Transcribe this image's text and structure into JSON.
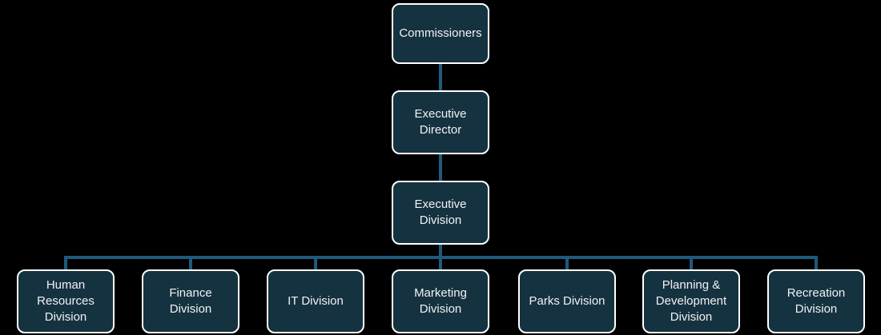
{
  "colors": {
    "background": "#000000",
    "node_fill": "#153241",
    "node_border": "#ffffff",
    "connector_color": "#1e5a7a",
    "text_color": "#f2f2f2"
  },
  "org_chart": {
    "type": "organizational-hierarchy",
    "chain": [
      {
        "label": "Commissioners"
      },
      {
        "label": "Executive Director"
      },
      {
        "label": "Executive Division"
      }
    ],
    "children_parent": "Executive Division",
    "children": [
      {
        "label": "Human Resources Division"
      },
      {
        "label": "Finance Division"
      },
      {
        "label": "IT Division"
      },
      {
        "label": "Marketing Division"
      },
      {
        "label": "Parks Division"
      },
      {
        "label": "Planning & Development Division"
      },
      {
        "label": "Recreation Division"
      }
    ]
  }
}
